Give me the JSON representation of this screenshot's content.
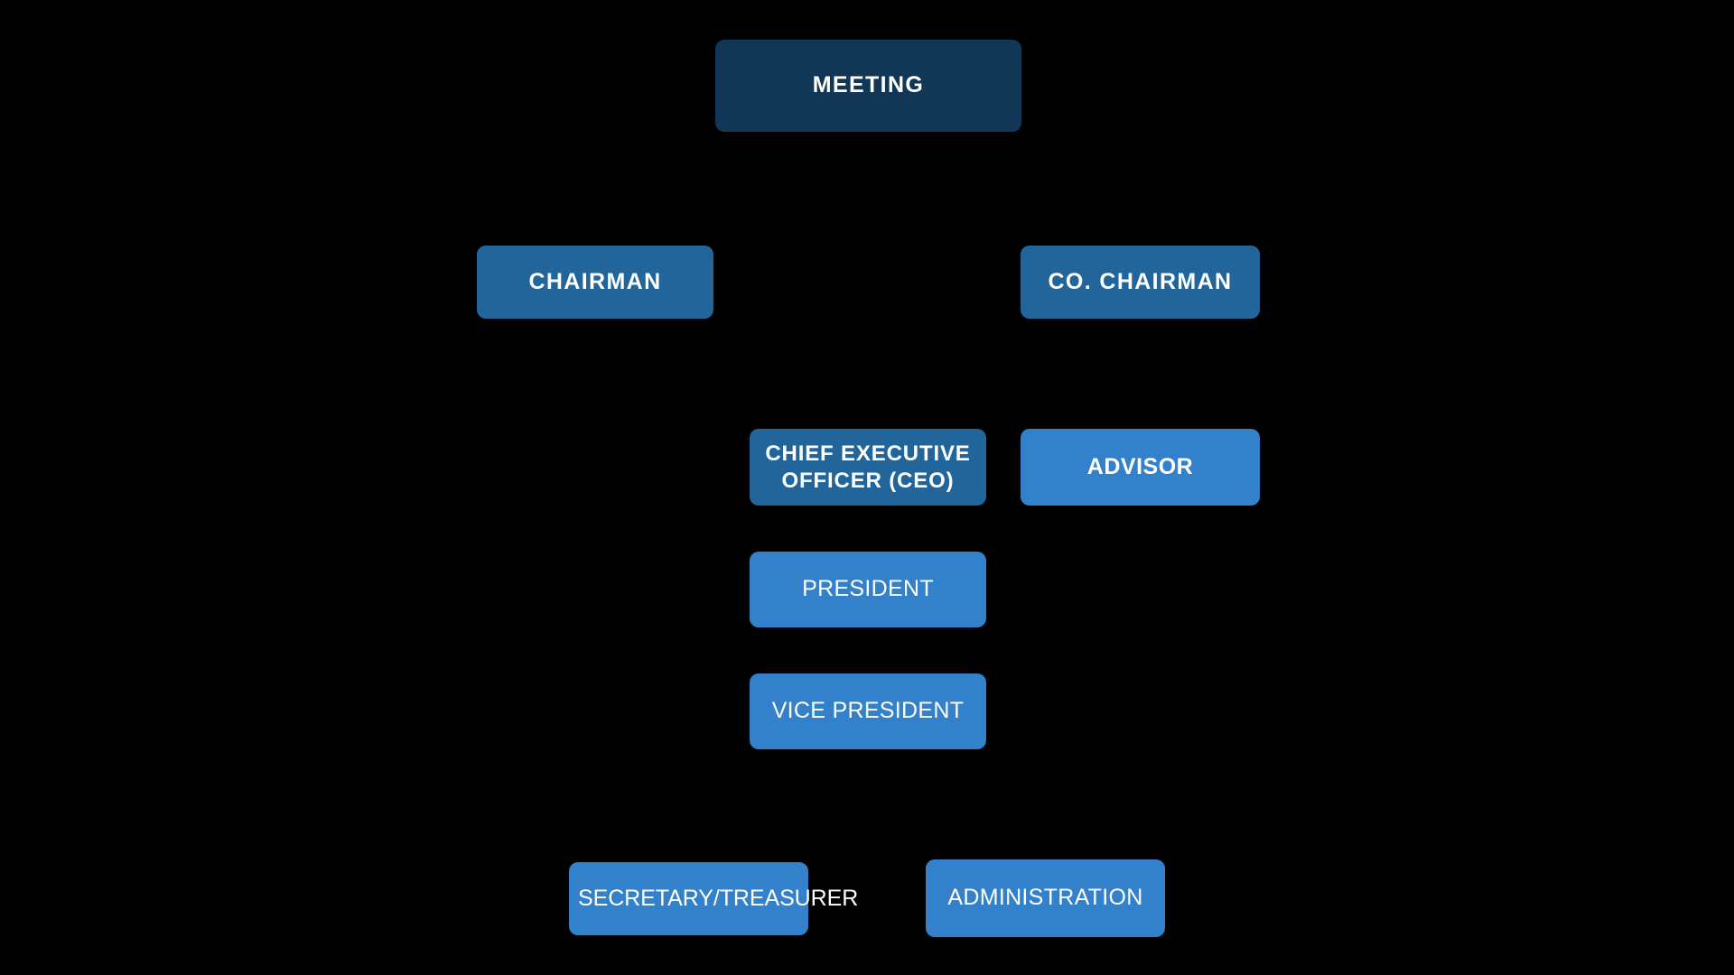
{
  "chart_data": {
    "type": "diagram",
    "diagram_kind": "organizational-chart",
    "title": "",
    "background_color": "#000000",
    "connectors_visible": false,
    "palette": {
      "navy": "#123655",
      "mid_blue": "#22659b",
      "light_blue": "#3281ca",
      "text": "#ffffff"
    },
    "levels": [
      {
        "level": 1,
        "nodes": [
          "MEETING"
        ]
      },
      {
        "level": 2,
        "nodes": [
          "CHAIRMAN",
          "CO. CHAIRMAN"
        ]
      },
      {
        "level": 3,
        "nodes": [
          "CHIEF EXECUTIVE OFFICER (CEO)",
          "ADVISOR"
        ]
      },
      {
        "level": 4,
        "nodes": [
          "PRESIDENT"
        ]
      },
      {
        "level": 5,
        "nodes": [
          "VICE PRESIDENT"
        ]
      },
      {
        "level": 6,
        "nodes": [
          "SECRETARY/TREASURER",
          "ADMINISTRATION"
        ]
      }
    ],
    "nodes": [
      {
        "id": "meeting",
        "label": "MEETING",
        "color": "#123655",
        "tone": "navy",
        "level": 1
      },
      {
        "id": "chairman",
        "label": "CHAIRMAN",
        "color": "#22659b",
        "tone": "mid",
        "level": 2
      },
      {
        "id": "co_chairman",
        "label": "CO. CHAIRMAN",
        "color": "#22659b",
        "tone": "mid",
        "level": 2
      },
      {
        "id": "ceo",
        "label_line1": "CHIEF EXECUTIVE",
        "label_line2": "OFFICER (CEO)",
        "label": "CHIEF EXECUTIVE OFFICER (CEO)",
        "color": "#22659b",
        "tone": "mid",
        "level": 3
      },
      {
        "id": "advisor",
        "label": "ADVISOR",
        "color": "#3281ca",
        "tone": "light",
        "level": 3
      },
      {
        "id": "president",
        "label": "PRESIDENT",
        "color": "#3281ca",
        "tone": "light",
        "level": 4
      },
      {
        "id": "vice_president",
        "label": "VICE PRESIDENT",
        "color": "#3281ca",
        "tone": "light",
        "level": 5
      },
      {
        "id": "secretary_treasurer",
        "label": "SECRETARY/TREASURER",
        "color": "#3281ca",
        "tone": "light",
        "level": 6
      },
      {
        "id": "administration",
        "label": "ADMINISTRATION",
        "color": "#3281ca",
        "tone": "light",
        "level": 6
      }
    ]
  }
}
